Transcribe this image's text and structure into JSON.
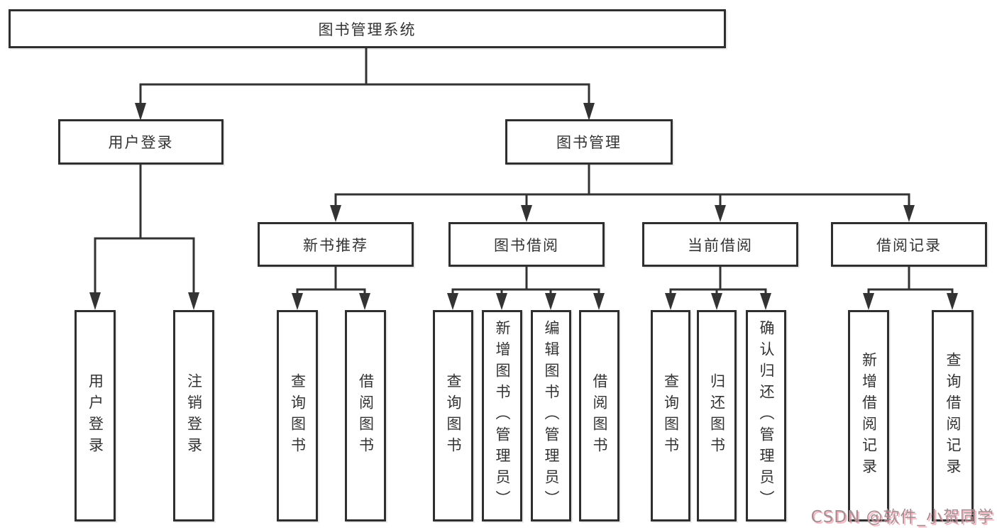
{
  "title": "图书管理系统",
  "watermark": "CSDN @软件_小贺同学",
  "colors": {
    "line": "#333333",
    "text": "#333333",
    "box_border": "#2f2f2f",
    "watermark": "#a09092",
    "watermark_pink": "#f896a8"
  },
  "tree": {
    "root": {
      "label": "图书管理系统"
    },
    "user_login": {
      "label": "用户登录",
      "children": [
        {
          "label": "用户登录"
        },
        {
          "label": "注销登录"
        }
      ]
    },
    "book_mgmt": {
      "label": "图书管理",
      "sections": [
        {
          "label": "新书推荐",
          "children": [
            {
              "label": "查询图书"
            },
            {
              "label": "借阅图书"
            }
          ]
        },
        {
          "label": "图书借阅",
          "children": [
            {
              "label": "查询图书"
            },
            {
              "label": "新增图书（管理员）"
            },
            {
              "label": "编辑图书（管理员）"
            },
            {
              "label": "借阅图书"
            }
          ]
        },
        {
          "label": "当前借阅",
          "children": [
            {
              "label": "查询图书"
            },
            {
              "label": "归还图书"
            },
            {
              "label": "确认归还（管理员）"
            }
          ]
        },
        {
          "label": "借阅记录",
          "children": [
            {
              "label": "新增借阅记录"
            },
            {
              "label": "查询借阅记录"
            }
          ]
        }
      ]
    }
  }
}
